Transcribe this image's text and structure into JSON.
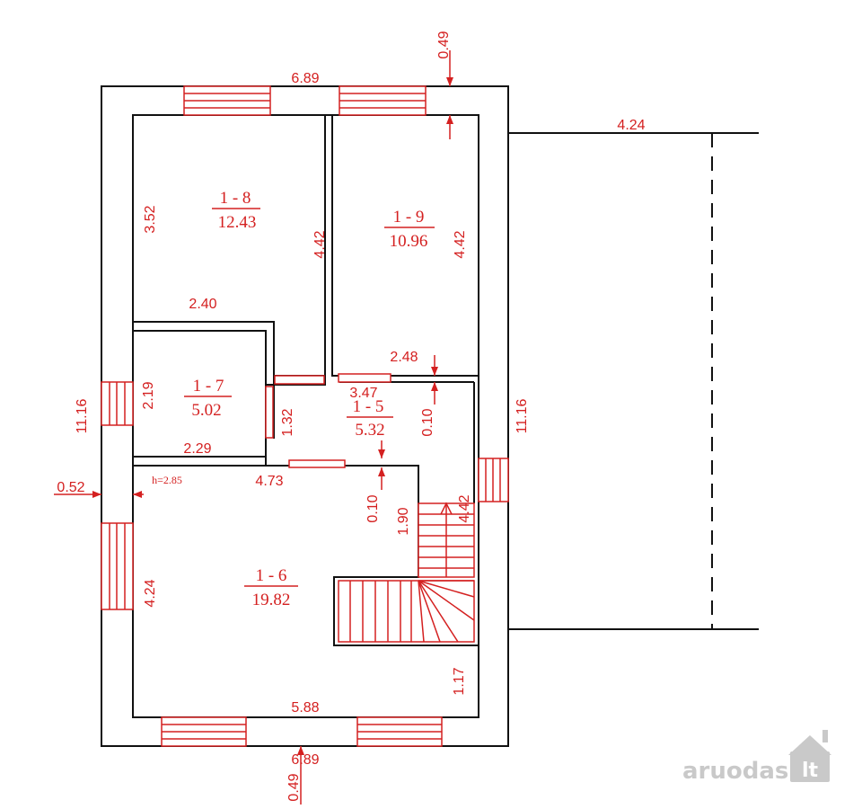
{
  "rooms": [
    {
      "id": "1 - 8",
      "area": "12.43"
    },
    {
      "id": "1 - 9",
      "area": "10.96"
    },
    {
      "id": "1 - 7",
      "area": "5.02"
    },
    {
      "id": "1 - 5",
      "area": "5.32"
    },
    {
      "id": "1 - 6",
      "area": "19.82"
    }
  ],
  "dims": {
    "top_width": "6.89",
    "top_wall": "0.49",
    "terrace_width": "4.24",
    "r8_height": "3.52",
    "r8_right": "4.42",
    "r8_bottom": "2.40",
    "r9_right": "4.42",
    "r9_bottom": "2.48",
    "corridor_width": "3.47",
    "r7_height": "2.19",
    "r7_bottom": "2.29",
    "r5_height": "1.32",
    "r5_thick": "0.10",
    "left_total": "11.16",
    "right_total": "11.16",
    "left_wall": "0.52",
    "ceiling_h": "h=2.85",
    "r6_top": "4.73",
    "r6_thick": "0.10",
    "stair_len": "1.90",
    "stair_right": "4.42",
    "r6_left": "4.24",
    "r6_lower": "1.17",
    "r6_bottom": "5.88",
    "bottom_width": "6.89",
    "bottom_wall": "0.49"
  },
  "watermark": {
    "brand": "aruodas",
    "tld": "lt"
  }
}
